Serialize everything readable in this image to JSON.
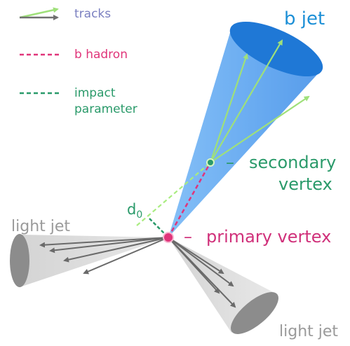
{
  "legend": {
    "tracks": "tracks",
    "b_hadron": "b hadron",
    "impact_parameter_line1": "impact",
    "impact_parameter_line2": "parameter"
  },
  "labels": {
    "b_jet": "b jet",
    "secondary_vertex_line1": "secondary",
    "secondary_vertex_line2": "vertex",
    "primary_vertex": "primary vertex",
    "d0": "d",
    "d0_sub": "0",
    "light_jet_left": "light jet",
    "light_jet_right": "light jet",
    "dash": "–"
  },
  "colors": {
    "tracks_legend": "#7a7fc0",
    "b_jet_label": "#1c8fd6",
    "b_hadron": "#e0357a",
    "impact": "#2a9a6a",
    "secondary_label": "#2a9a6a",
    "primary_label": "#d0307a",
    "light_jet_label": "#9a9a9a",
    "b_cone": "#5aa6f0",
    "light_cone": "#d9d9d9",
    "track_green": "#9fe07a",
    "track_gray": "#707070"
  }
}
